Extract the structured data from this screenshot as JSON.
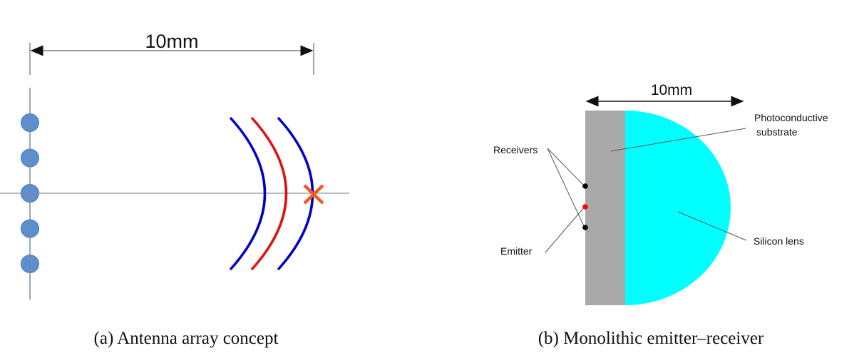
{
  "figure_a": {
    "dimension_label": "10mm",
    "caption": "(a) Antenna array concept",
    "array_elements": 5,
    "wavefronts": [
      {
        "color": "#0000c8"
      },
      {
        "color": "#e01010"
      },
      {
        "color": "#0000c8"
      }
    ],
    "element_color": "#5b8fd0",
    "focus_marker_color": "#f05a22"
  },
  "figure_b": {
    "dimension_label": "10mm",
    "caption": "(b) Monolithic emitter–receiver",
    "labels": {
      "receivers": "Receivers",
      "emitter": "Emitter",
      "substrate_line1": "Photoconductive",
      "substrate_line2": "substrate",
      "lens": "Silicon lens"
    },
    "substrate_color": "#a9a9a9",
    "lens_color": "#00ffff",
    "emitter_color": "#ff0000",
    "receiver_color": "#000000"
  }
}
